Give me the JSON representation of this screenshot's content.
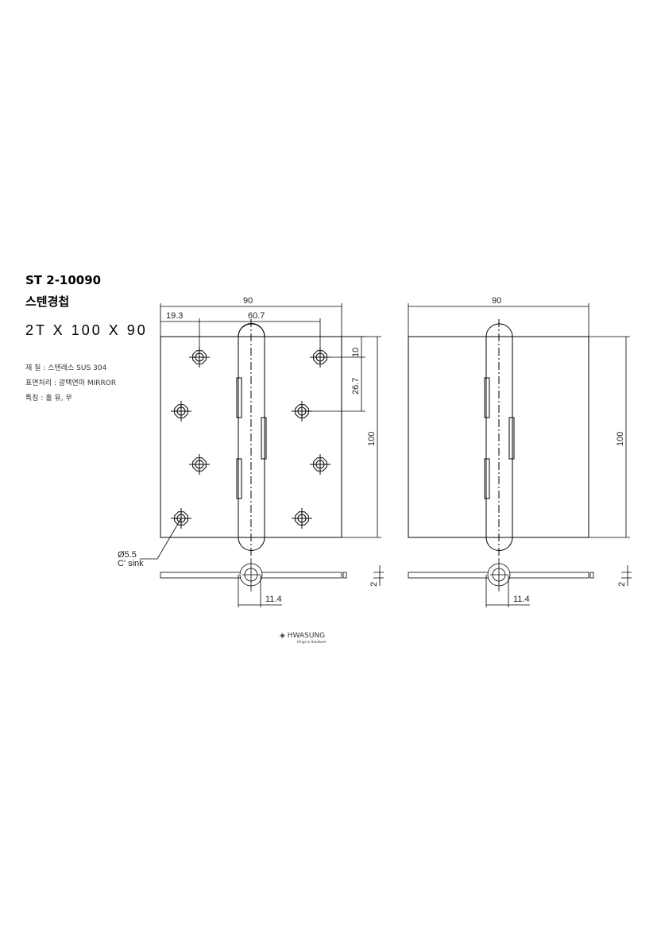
{
  "title": {
    "code": "ST 2-10090",
    "name": "스텐경첩",
    "size": "2T X 100 X 90"
  },
  "specs": [
    {
      "label": "재 질 : 스텐레스 SUS 304"
    },
    {
      "label": "표면처리 : 광택연마 MIRROR"
    },
    {
      "label": "특징 : 홀 유, 무"
    }
  ],
  "dims": {
    "width": "90",
    "offset": "19.3",
    "spacing": "60.7",
    "top": "10",
    "pitch": "26.7",
    "height": "100",
    "hole": "Ø5.5",
    "hole_type": "C' sink",
    "knuckle": "11.4",
    "thickness": "2"
  },
  "logo": {
    "brand": "HWASUNG",
    "tagline": "Hinge & Hardware"
  }
}
